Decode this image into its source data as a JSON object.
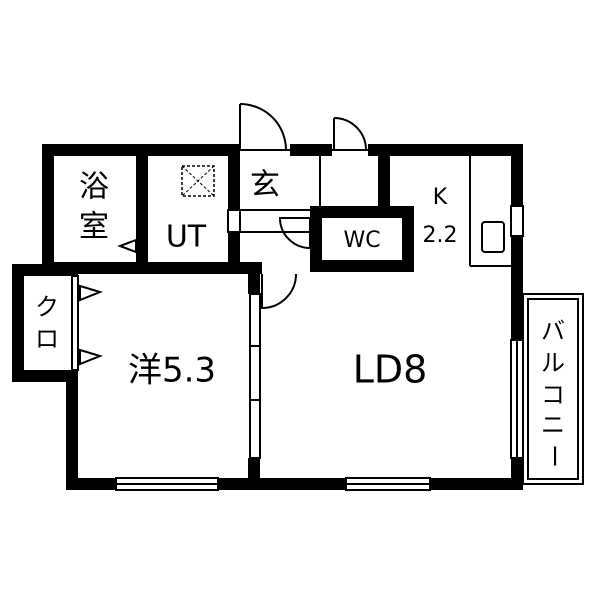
{
  "rooms": {
    "bath": {
      "line1": "浴",
      "line2": "室"
    },
    "utility": "UT",
    "entrance": "玄",
    "toilet": "WC",
    "kitchen": {
      "name": "K",
      "size": "2.2"
    },
    "closet": {
      "line1": "ク",
      "line2": "ロ"
    },
    "western_room": "洋5.3",
    "living_dining": "LD8",
    "balcony": [
      "バ",
      "ル",
      "コ",
      "ニ",
      "ー"
    ]
  },
  "colors": {
    "wall": "#000000",
    "background": "#ffffff"
  }
}
